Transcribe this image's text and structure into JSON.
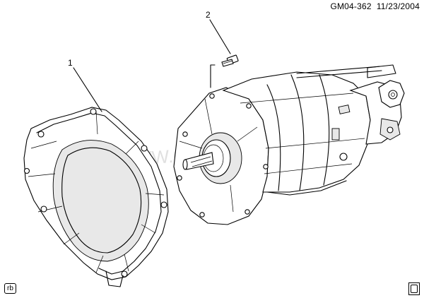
{
  "header": {
    "drawing_id": "GM04-362",
    "date": "11/23/2004"
  },
  "callouts": [
    {
      "label": "1",
      "part": "bell-housing"
    },
    {
      "label": "2",
      "part": "bolt"
    }
  ],
  "footer": {
    "badge": "rb"
  },
  "icons": {
    "logo": "gm-logo-icon"
  }
}
